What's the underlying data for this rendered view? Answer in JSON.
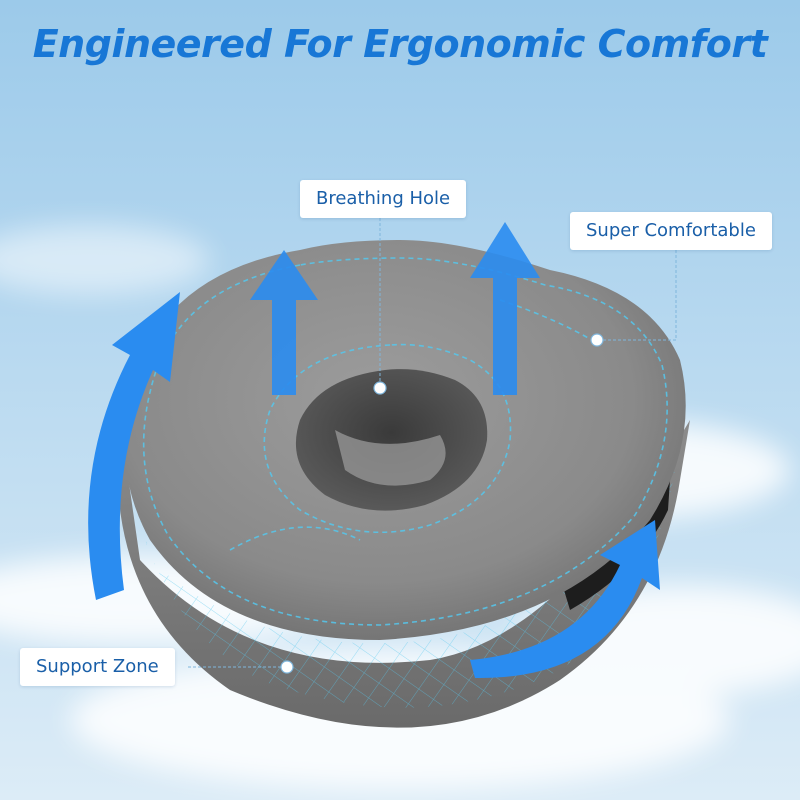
{
  "title": "Engineered For Ergonomic Comfort",
  "callouts": {
    "breathing_hole": "Breathing Hole",
    "super_comfortable": "Super Comfortable",
    "support_zone": "Support Zone"
  },
  "colors": {
    "title": "#1877d6",
    "callout_text": "#1a5fa8",
    "arrow": "#2a8cf0",
    "sky_top": "#9ccaea",
    "sky_bottom": "#dcecf7",
    "cushion": "#8e8e8e",
    "stitch": "#55c8ee"
  },
  "icons": [
    "curved-arrow-left-icon",
    "curved-arrow-bottom-icon",
    "up-arrow-icon"
  ]
}
